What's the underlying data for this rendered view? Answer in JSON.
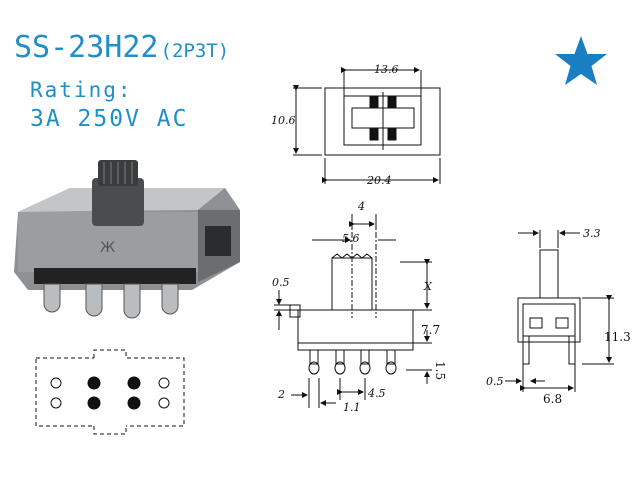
{
  "header": {
    "model": "SS-23H22",
    "config": "(2P3T)",
    "rating_label": "Rating:",
    "rating_value": "3A 250V AC"
  },
  "colors": {
    "accent": "#1f8fc8",
    "star": "#1a7fc2"
  },
  "icons": {
    "star": "star-icon"
  },
  "dimensions": {
    "top_inner_width": "13.6",
    "top_height": "10.6",
    "top_total_width": "20.4",
    "pin_spacing_top": "4",
    "actuator_width": "5.6",
    "actuator_height_left": "0.5",
    "actuator_x": "X",
    "body_height": "7.7",
    "pin_len": "1.5",
    "pin_pitch": "4.5",
    "pin_dia_left": "2",
    "pin_dia_bottom": "1.1",
    "side_actuator": "3.3",
    "side_height": "11.3",
    "side_pin": "0.5",
    "side_width": "6.8"
  }
}
